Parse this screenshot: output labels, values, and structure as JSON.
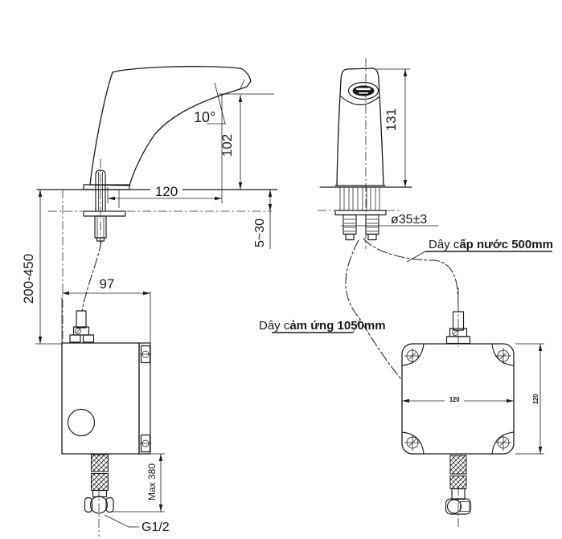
{
  "drawing": {
    "type": "sensor-faucet installation drawing",
    "colors": {
      "ink": "#1a1a1a",
      "background": "#ffffff",
      "sensor_lens": "#141414"
    }
  },
  "dims": {
    "angle": "10°",
    "spout_height": "102",
    "spout_reach": "120",
    "deck_thickness": "5~30",
    "install_height": "200-450",
    "box_depth": "97",
    "hose_max_length": "Max 380",
    "inlet_thread": "G1/2",
    "faucet_height": "131",
    "shank_diameter": "ø35±3",
    "box_width": "120",
    "box_height": "120"
  },
  "callouts": {
    "supply": {
      "prefix": "Dây c",
      "bold": "ấp nước 500mm"
    },
    "sensor": {
      "prefix": "Dây c",
      "bold": "ảm ứng 1050mm"
    }
  }
}
